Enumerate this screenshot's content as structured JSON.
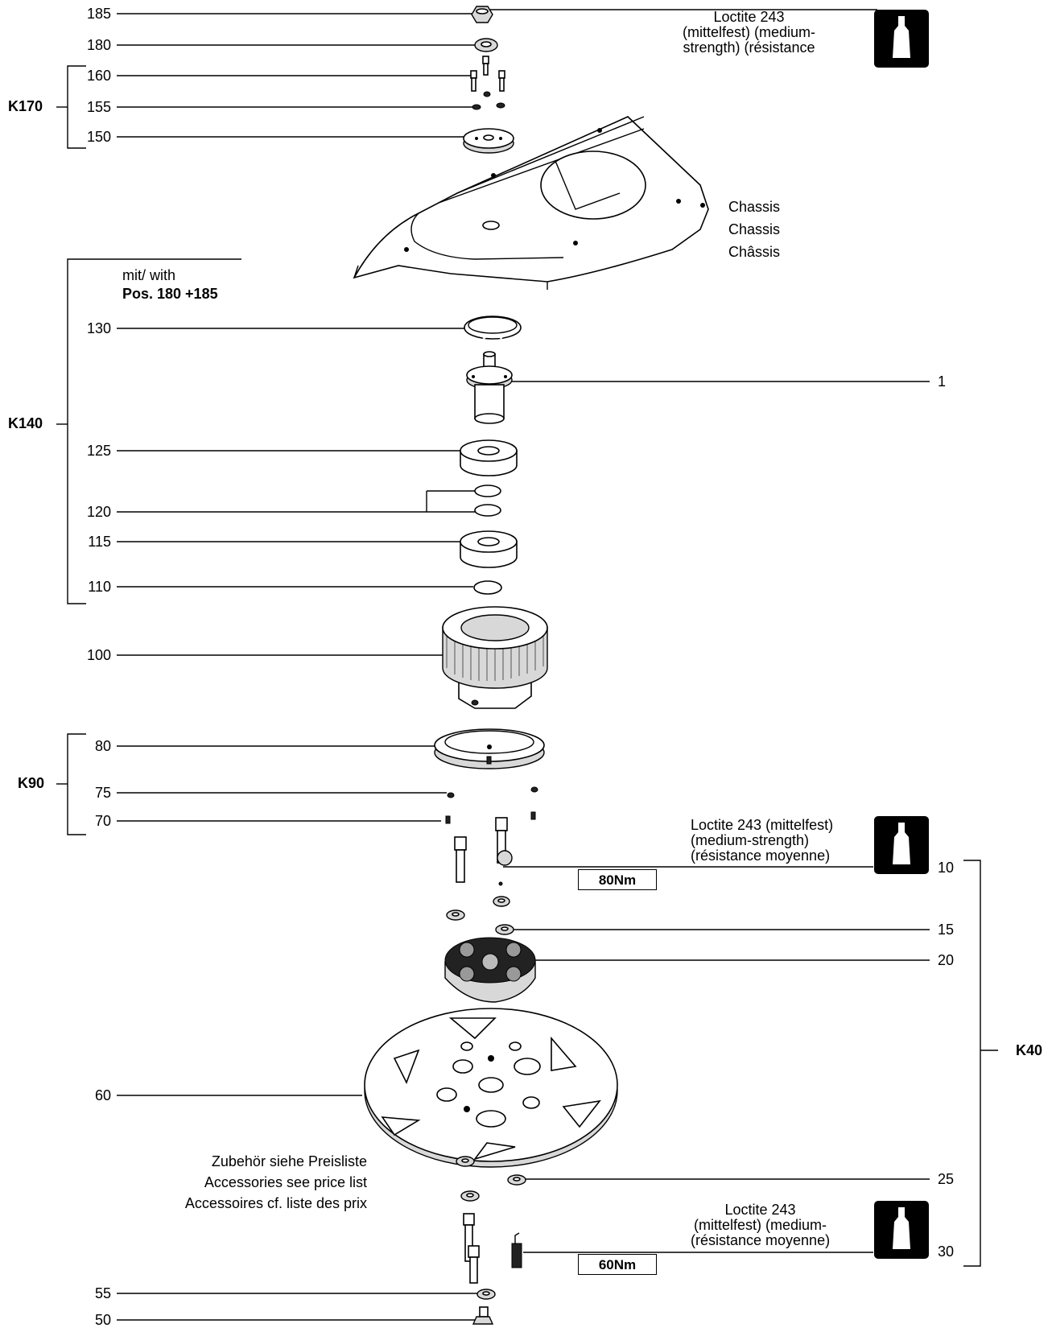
{
  "callouts": {
    "p185": "185",
    "p180": "180",
    "p160": "160",
    "p155": "155",
    "p150": "150",
    "p130": "130",
    "p1": "1",
    "p125": "125",
    "p120": "120",
    "p115": "115",
    "p110": "110",
    "p100": "100",
    "p80": "80",
    "p75": "75",
    "p70": "70",
    "p10": "10",
    "p15": "15",
    "p20": "20",
    "p60": "60",
    "p25": "25",
    "p30": "30",
    "p55": "55",
    "p50": "50"
  },
  "groups": {
    "k170": "K170",
    "k140": "K140",
    "k90": "K90",
    "k40": "K40"
  },
  "notes": {
    "loctite_top": [
      "Loctite 243",
      "(mittelfest) (medium-",
      "strength) (résistance"
    ],
    "loctite_mid": [
      "Loctite 243 (mittelfest)",
      "(medium-strength)",
      "(résistance moyenne)"
    ],
    "loctite_bottom": [
      "Loctite 243",
      "(mittelfest) (medium-",
      "(résistance moyenne)"
    ],
    "chassis": [
      "Chassis",
      "Chassis",
      "Châssis"
    ],
    "with_pos_1": "mit/ with",
    "with_pos_2": "Pos. 180 +185",
    "accessories": [
      "Zubehör siehe Preisliste",
      "Accessories see price list",
      "Accessoires cf. liste des prix"
    ]
  },
  "torque": {
    "upper": "80Nm",
    "lower": "60Nm"
  },
  "icons": {
    "loctite": "glue-bottle-icon"
  }
}
